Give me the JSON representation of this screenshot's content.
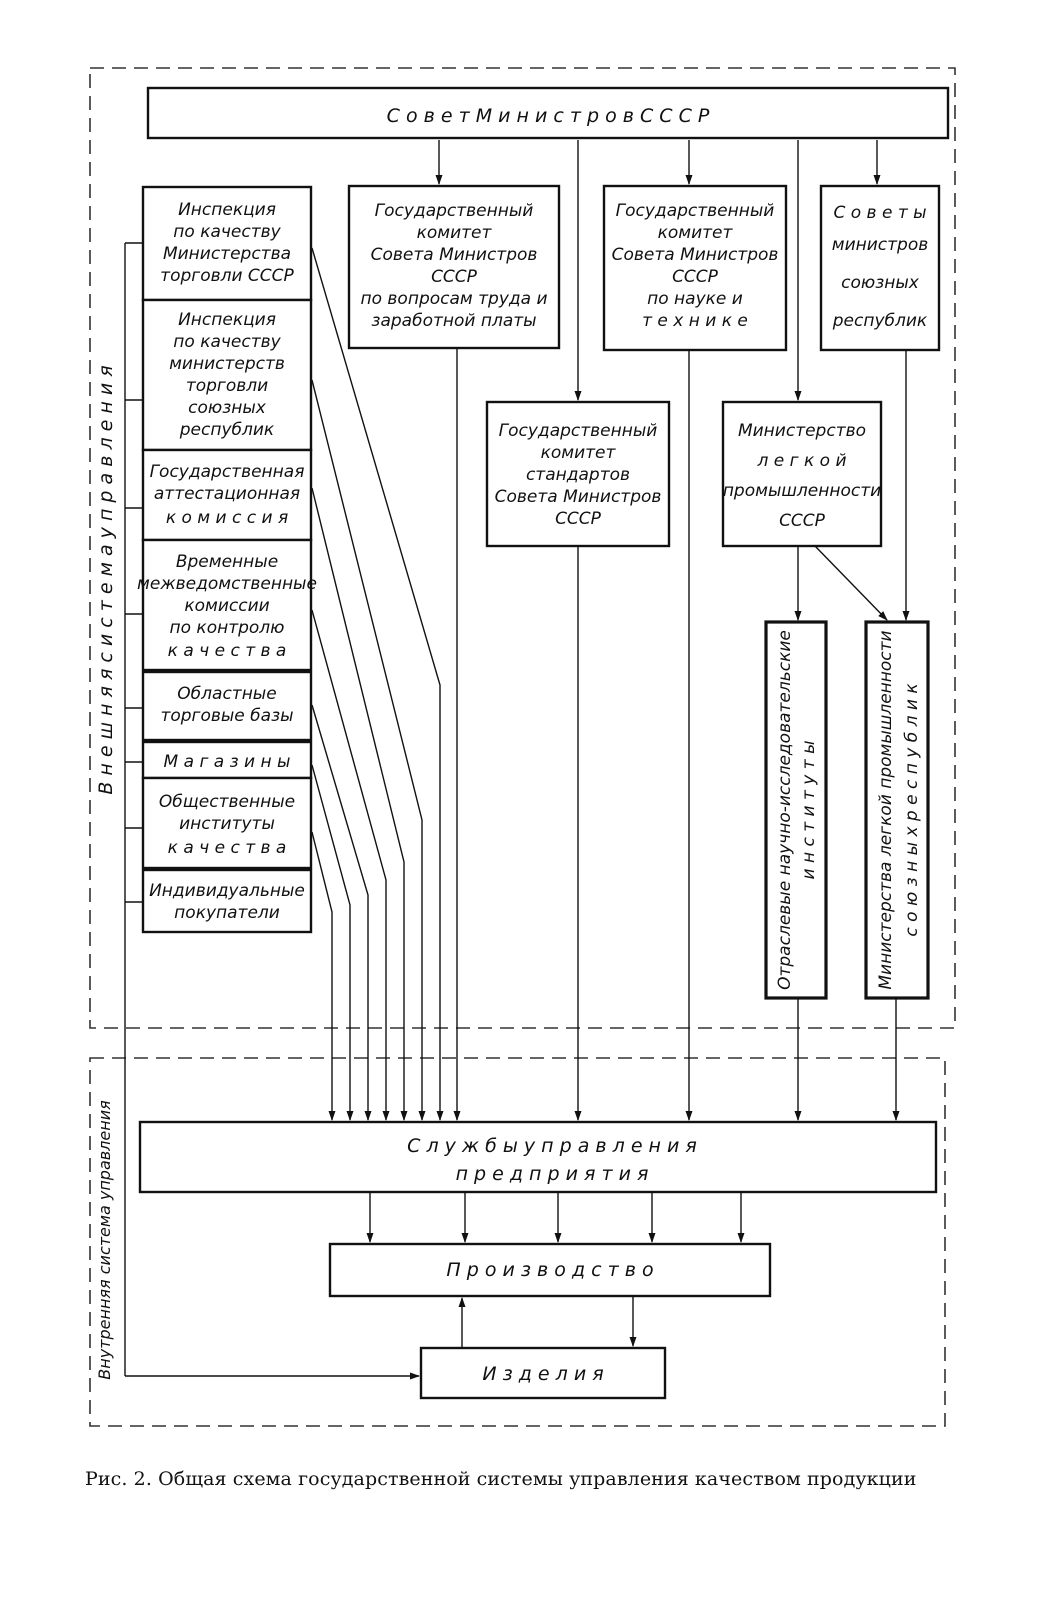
{
  "council": {
    "label": "С о в е т     М и н и с т р о в     С С С Р"
  },
  "labor_committee": {
    "lines": [
      "Государственный",
      "комитет",
      "Совета Министров",
      "СССР",
      "по вопросам труда и",
      "заработной платы"
    ]
  },
  "science_committee": {
    "lines": [
      "Государственный",
      "комитет",
      "Совета Министров",
      "СССР",
      "по науке и",
      "т е х н и к е"
    ]
  },
  "republic_councils": {
    "lines": [
      "С о в е т ы",
      "министров",
      "союзных",
      "республик"
    ]
  },
  "standards_committee": {
    "lines": [
      "Государственный",
      "комитет",
      "стандартов",
      "Совета Министров",
      "СССР"
    ]
  },
  "light_industry_ministry": {
    "lines": [
      "Министерство",
      "л е г к о й",
      "промышленности",
      "СССР"
    ]
  },
  "left_column": [
    {
      "lines": [
        "Инспекция",
        "по качеству",
        "Министерства",
        "торговли СССР"
      ]
    },
    {
      "lines": [
        "Инспекция",
        "по качеству",
        "министерств",
        "торговли",
        "союзных",
        "республик"
      ]
    },
    {
      "lines": [
        "Государственная",
        "аттестационная",
        "к о м и с с и я"
      ]
    },
    {
      "lines": [
        "Временные",
        "межведомственные",
        "комиссии",
        "по контролю",
        "к а ч е с т в а"
      ]
    },
    {
      "lines": [
        "Областные",
        "торговые базы"
      ]
    },
    {
      "lines": [
        "М а г а з и н ы"
      ]
    },
    {
      "lines": [
        "Общественные",
        "институты",
        "к а ч е с т в а"
      ]
    },
    {
      "lines": [
        "Индивидуальные",
        "покупатели"
      ]
    }
  ],
  "research_institutes": {
    "line1": "Отраслевые научно-исследовательские",
    "line2": "и н с т и т у т ы"
  },
  "republic_ministries": {
    "line1": "Министерства легкой промышленности",
    "line2": "с о ю з н ы х   р е с п у б л и к"
  },
  "external_system_label": "В н е ш н я я   с и с т е м а   у п р а в л е н и я",
  "internal_system_label": "Внутренняя система управления",
  "enterprise_services": {
    "line1": "С л у ж б ы   у п р а в л е н и я",
    "line2": "п р е д п р и я т и я"
  },
  "production": {
    "label": "П р о и з в о д с т в о"
  },
  "products": {
    "label": "И з д е л и я"
  },
  "caption": "Рис. 2. Общая схема государственной системы управления качеством продукции"
}
